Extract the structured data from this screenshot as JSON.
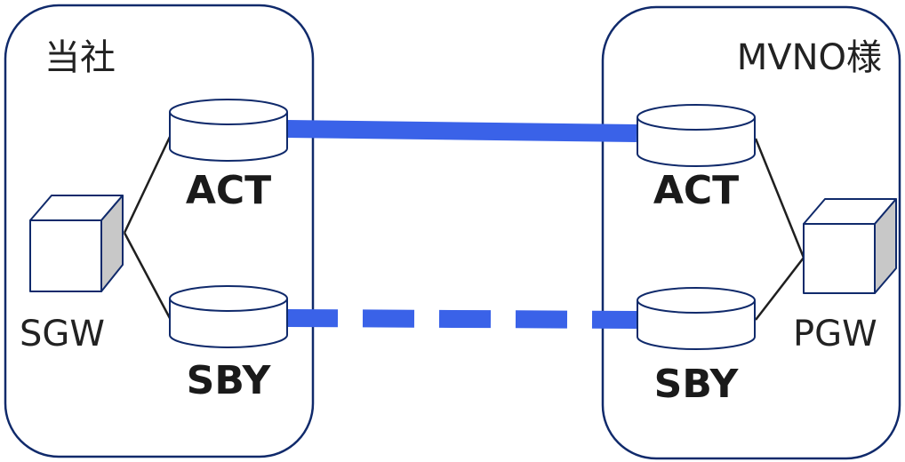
{
  "zones": {
    "left_label": "当社",
    "right_label": "MVNO様"
  },
  "nodes": {
    "sgw_label": "SGW",
    "pgw_label": "PGW"
  },
  "routers": {
    "left_active_label": "ACT",
    "left_standby_label": "SBY",
    "right_active_label": "ACT",
    "right_standby_label": "SBY"
  },
  "links": {
    "active_link_style": "solid",
    "standby_link_style": "dashed"
  },
  "colors": {
    "link_blue": "#3a62e8",
    "outline_navy": "#102a6b",
    "cube_side_gray": "#c8c8c8",
    "text": "#222222"
  },
  "icons": {
    "router": "cylinder-icon",
    "gateway": "cube-icon"
  }
}
